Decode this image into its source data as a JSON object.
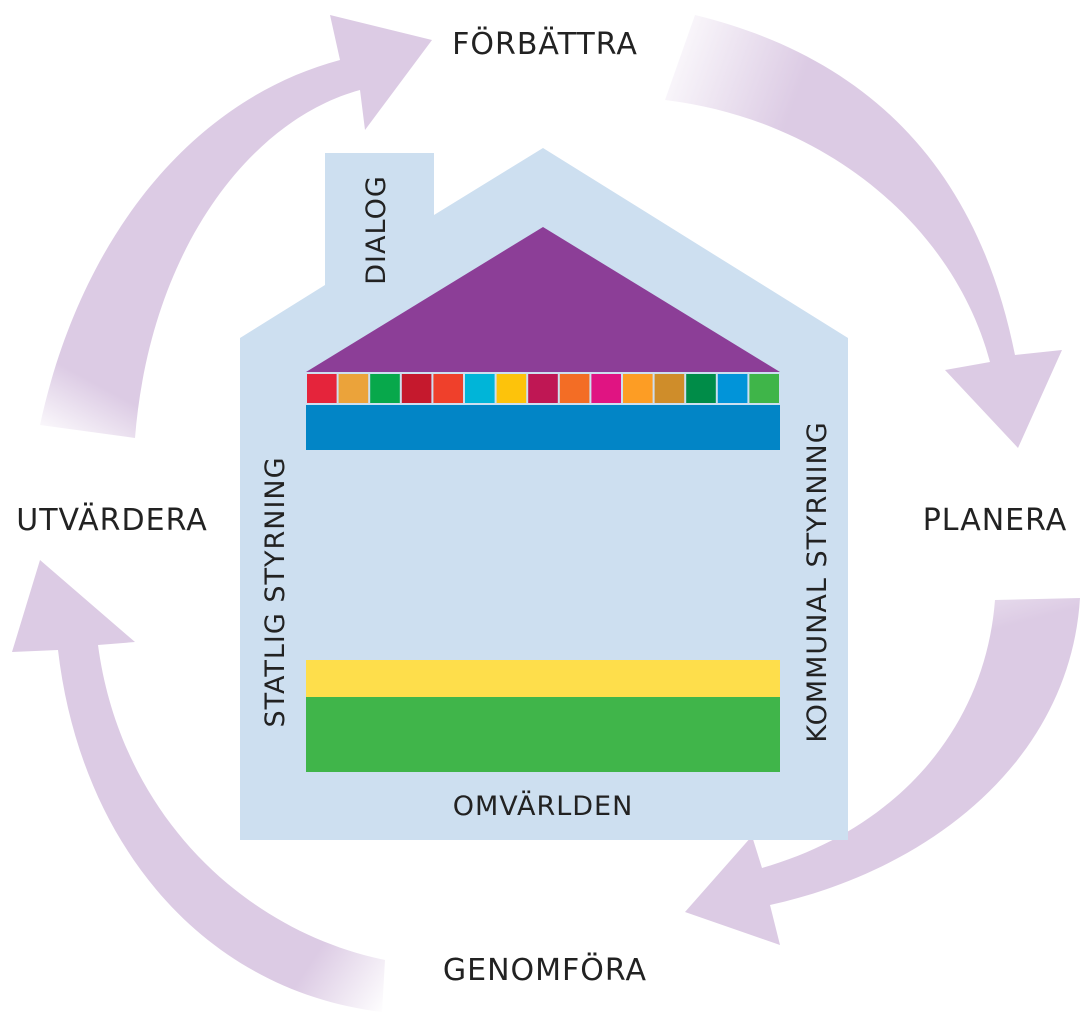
{
  "labels": {
    "improve": "FÖRBÄTTRA",
    "plan": "PLANERA",
    "implement": "GENOMFÖRA",
    "evaluate": "UTVÄRDERA",
    "dialog": "DIALOG",
    "state_governance": "STATLIG STYRNING",
    "municipal_governance": "KOMMUNAL STYRNING",
    "environment": "OMVÄRLDEN"
  },
  "colors": {
    "arrow": "#dccbe4",
    "house_bg": "#cddff0",
    "roof": "#8c3e97",
    "blue_band": "#0285c6",
    "yellow_band": "#fede4b",
    "green_band": "#40b54a",
    "sdg_strip": [
      "#e5243b",
      "#eba33a",
      "#07a84b",
      "#c5192d",
      "#ef402b",
      "#00b5d8",
      "#fdc30b",
      "#bf1754",
      "#f36d25",
      "#e01482",
      "#fd9d24",
      "#cf8d2a",
      "#008c48",
      "#0194d9",
      "#3fb549"
    ]
  }
}
